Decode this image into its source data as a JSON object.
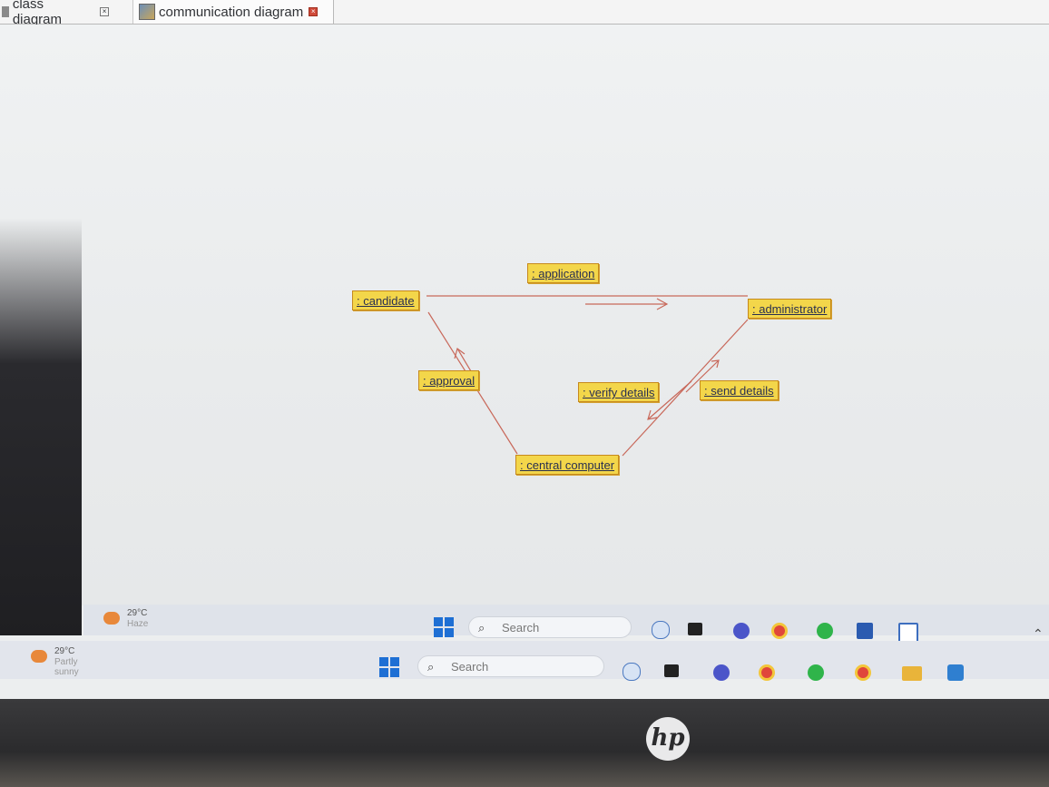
{
  "tabs": [
    {
      "label": "class diagram",
      "active": false
    },
    {
      "label": "communication diagram",
      "active": true
    }
  ],
  "diagram": {
    "nodes": {
      "application": ": application",
      "candidate": ": candidate",
      "administrator": ": administrator",
      "approval": ": approval",
      "verify_details": ": verify details",
      "send_details": ": send details",
      "central_computer": ": central computer"
    },
    "colors": {
      "node_fill": "#f3d64a",
      "node_border": "#c6891c",
      "link": "#c8685a"
    }
  },
  "taskbar_upper": {
    "weather_temp": "29°C",
    "weather_cond": "Haze",
    "search_placeholder": "Search"
  },
  "taskbar_lower": {
    "weather_temp": "29°C",
    "weather_cond": "Partly sunny",
    "search_placeholder": "Search"
  },
  "laptop_brand": "hp"
}
